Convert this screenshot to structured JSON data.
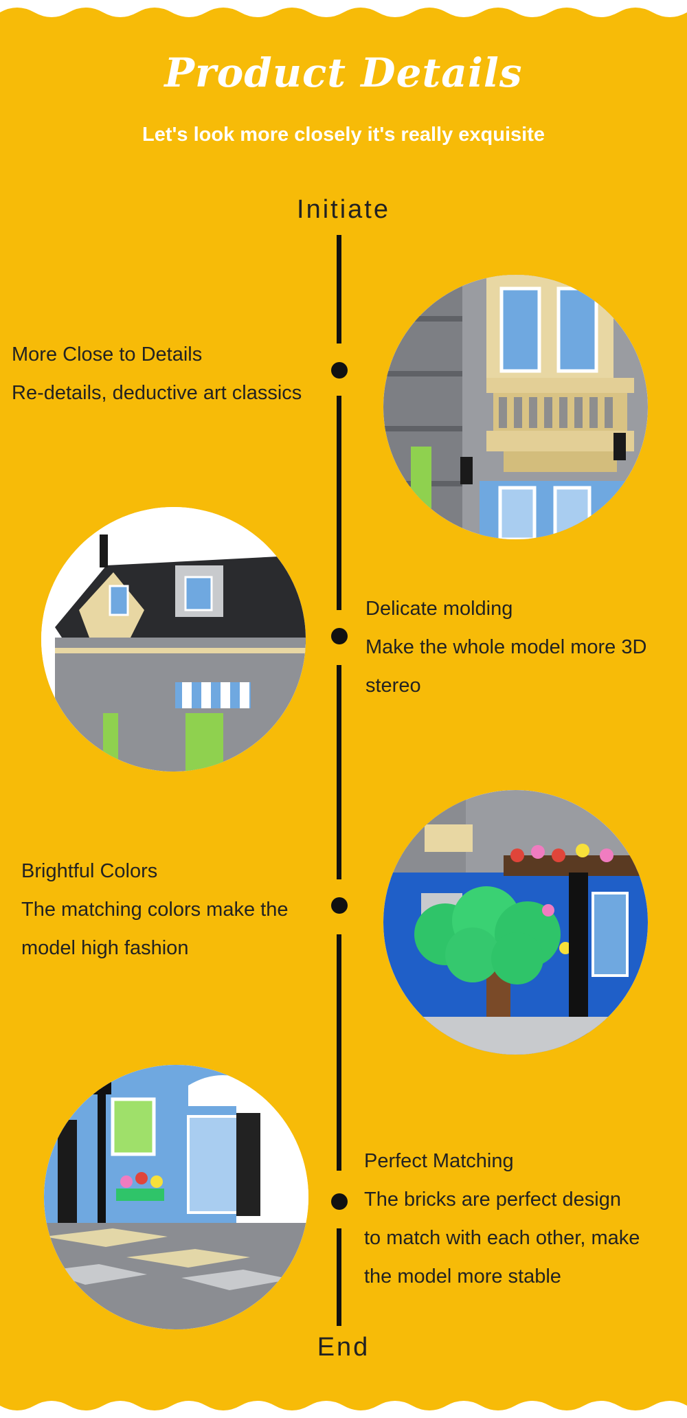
{
  "header": {
    "title": "Product Details",
    "subtitle": "Let's look more closely it's really exquisite"
  },
  "timeline": {
    "start_label": "Initiate",
    "end_label": "End",
    "sections": [
      {
        "heading": "More Close to Details",
        "lines": [
          "Re-details, deductive art classics"
        ]
      },
      {
        "heading": "Delicate molding",
        "lines": [
          "Make the whole model more 3D",
          "stereo"
        ]
      },
      {
        "heading": "Brightful Colors",
        "lines": [
          "The matching colors make the",
          "model high fashion"
        ]
      },
      {
        "heading": "Perfect Matching",
        "lines": [
          "The bricks are perfect design",
          "to match with each other, make",
          "the model more stable"
        ]
      }
    ]
  },
  "colors": {
    "background": "#f7bb08",
    "text": "#222222",
    "accent_white": "#ffffff"
  }
}
